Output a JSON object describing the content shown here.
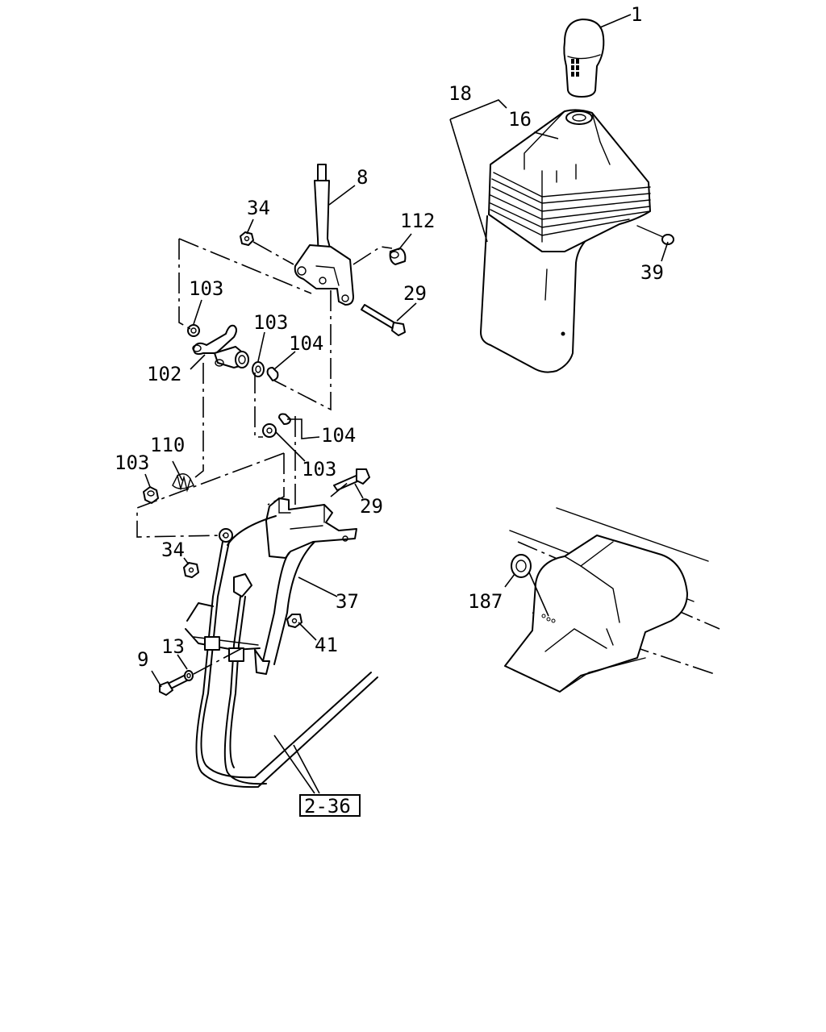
{
  "diagram": {
    "part_labels": {
      "p1": "1",
      "p18": "18",
      "p16": "16",
      "p39": "39",
      "p8": "8",
      "p34a": "34",
      "p112": "112",
      "p29a": "29",
      "p103a": "103",
      "p103b": "103",
      "p104a": "104",
      "p102": "102",
      "p104b": "104",
      "p103c": "103",
      "p110": "110",
      "p103d": "103",
      "p29b": "29",
      "p34b": "34",
      "p37": "37",
      "p41": "41",
      "p9": "9",
      "p13": "13",
      "p187": "187"
    },
    "reference_box": "2-36"
  }
}
